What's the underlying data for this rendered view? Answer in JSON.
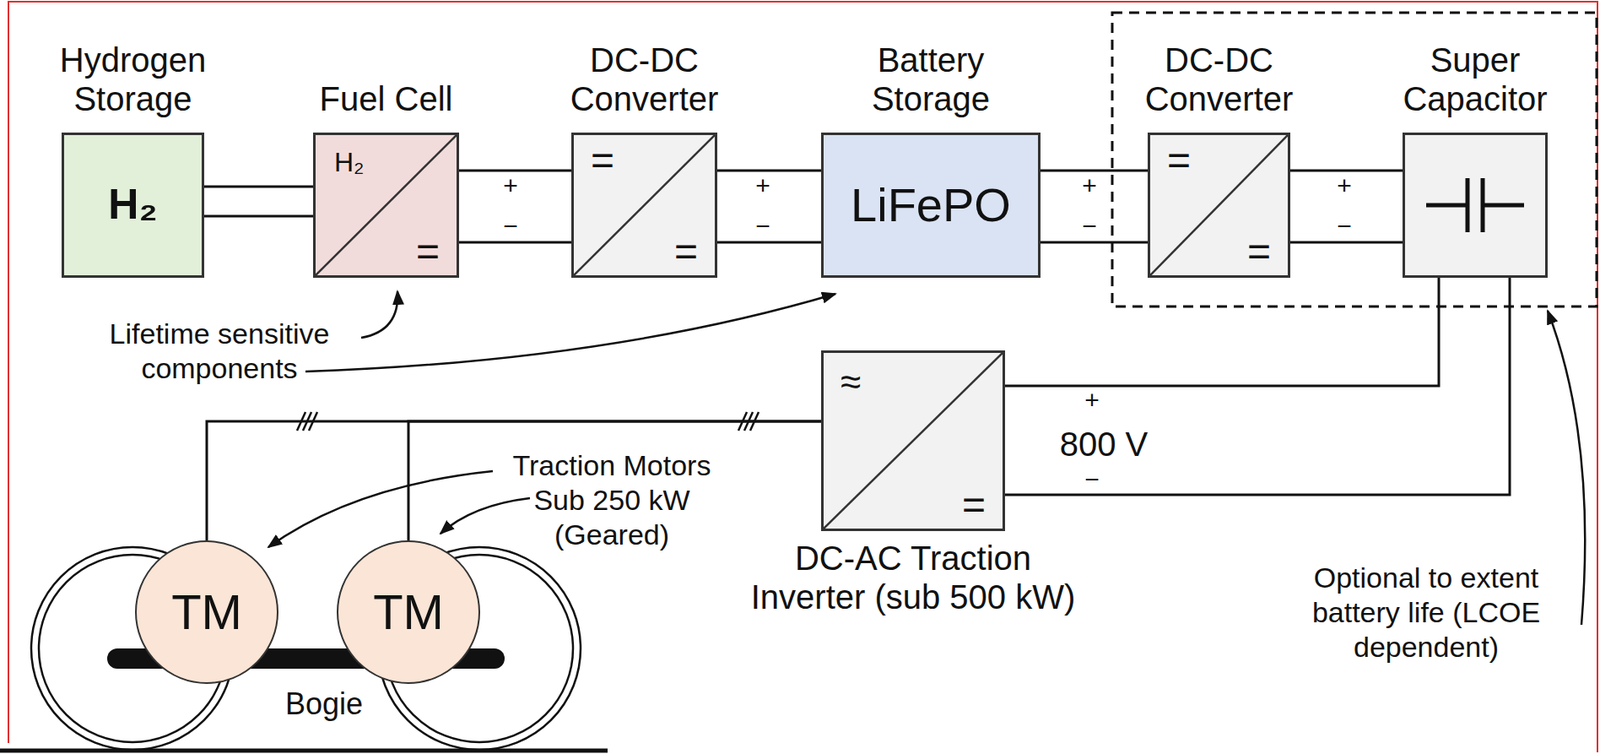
{
  "diagram": {
    "nodes": [
      {
        "text": [
          "Hydrogen Storage",
          "H₂"
        ]
      },
      {
        "text": [
          "Fuel Cell",
          "H₂",
          "="
        ]
      },
      {
        "text": [
          "DC-DC Converter",
          "=",
          "="
        ]
      },
      {
        "text": [
          "Battery Storage",
          "LiFePO"
        ]
      },
      {
        "text": [
          "DC-DC Converter",
          "=",
          "="
        ]
      },
      {
        "text": [
          "Super Capacitor"
        ]
      },
      {
        "text": [
          "DC-AC Traction Inverter (sub 500 kW)",
          "≈",
          "="
        ]
      },
      {
        "text": [
          "TM"
        ]
      },
      {
        "text": [
          "TM"
        ]
      }
    ],
    "edges": [
      {
        "from": 0,
        "to": 1,
        "arrow": "none"
      },
      {
        "from": 1,
        "to": 2,
        "arrow": "none"
      },
      {
        "from": 2,
        "to": 3,
        "arrow": "none"
      },
      {
        "from": 3,
        "to": 4,
        "arrow": "none"
      },
      {
        "from": 4,
        "to": 5,
        "arrow": "none"
      },
      {
        "from": 5,
        "to": 6,
        "arrow": "none"
      },
      {
        "from": 6,
        "to": 7,
        "arrow": "none"
      },
      {
        "from": 6,
        "to": 8,
        "arrow": "none"
      }
    ],
    "labels": [
      "+",
      "−",
      "+",
      "−",
      "+",
      "−",
      "+",
      "−",
      "+",
      "800 V",
      "−",
      "Lifetime sensitive components",
      "Traction Motors Sub 250 kW (Geared)",
      "Optional to extent battery life (LCOE dependent)",
      "Bogie"
    ]
  }
}
